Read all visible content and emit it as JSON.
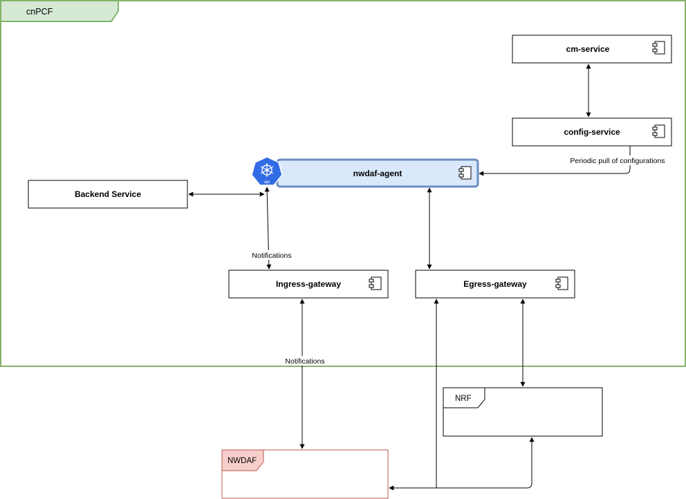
{
  "frames": {
    "cnpcf": {
      "title": "cnPCF",
      "border": "#82b366",
      "fill": "#d5e8d4"
    },
    "nwdaf": {
      "title": "NWDAF",
      "border": "#b85450",
      "fill": "#f8cecc"
    },
    "nrf": {
      "title": "NRF",
      "border": "#000000",
      "fill": "#ffffff"
    }
  },
  "components": {
    "cm_service": {
      "label": "cm-service"
    },
    "config_service": {
      "label": "config-service"
    },
    "nwdaf_agent": {
      "label": "nwdaf-agent",
      "fill": "#dae8fc",
      "border": "#6c8ebf"
    },
    "backend_service": {
      "label": "Backend Service"
    },
    "ingress_gateway": {
      "label": "Ingress-gateway"
    },
    "egress_gateway": {
      "label": "Egress-gateway"
    }
  },
  "icons": {
    "api": {
      "name": "kubernetes-api-icon",
      "caption": "api",
      "color": "#326ce5"
    },
    "component": {
      "name": "component-icon"
    }
  },
  "edge_labels": {
    "periodic_pull": "Periodic pull of configurations",
    "notifications_upper": "Notifications",
    "notifications_lower": "Notifications"
  }
}
